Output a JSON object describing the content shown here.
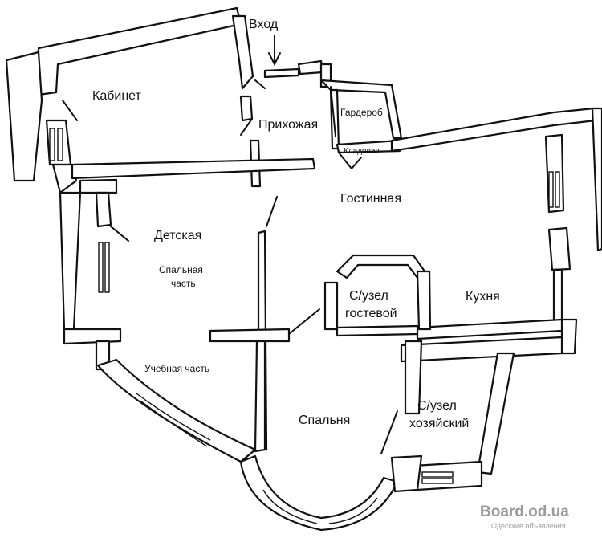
{
  "rooms": {
    "entrance": "Вход",
    "study": "Кабинет",
    "hallway": "Прихожая",
    "wardrobe": "Гардероб",
    "pantry": "Кладовая",
    "living_room": "Гостинная",
    "kids_room": "Детская",
    "sleeping_area": [
      "Спальная",
      "часть"
    ],
    "study_area": "Учебная часть",
    "guest_bathroom": [
      "С/узел",
      "гостевой"
    ],
    "kitchen": "Кухня",
    "bedroom": "Спальня",
    "master_bathroom": [
      "С/узел",
      "хозяйский"
    ]
  },
  "watermark": {
    "site": "Board.od.ua",
    "subtitle": "Одесские объявления"
  }
}
